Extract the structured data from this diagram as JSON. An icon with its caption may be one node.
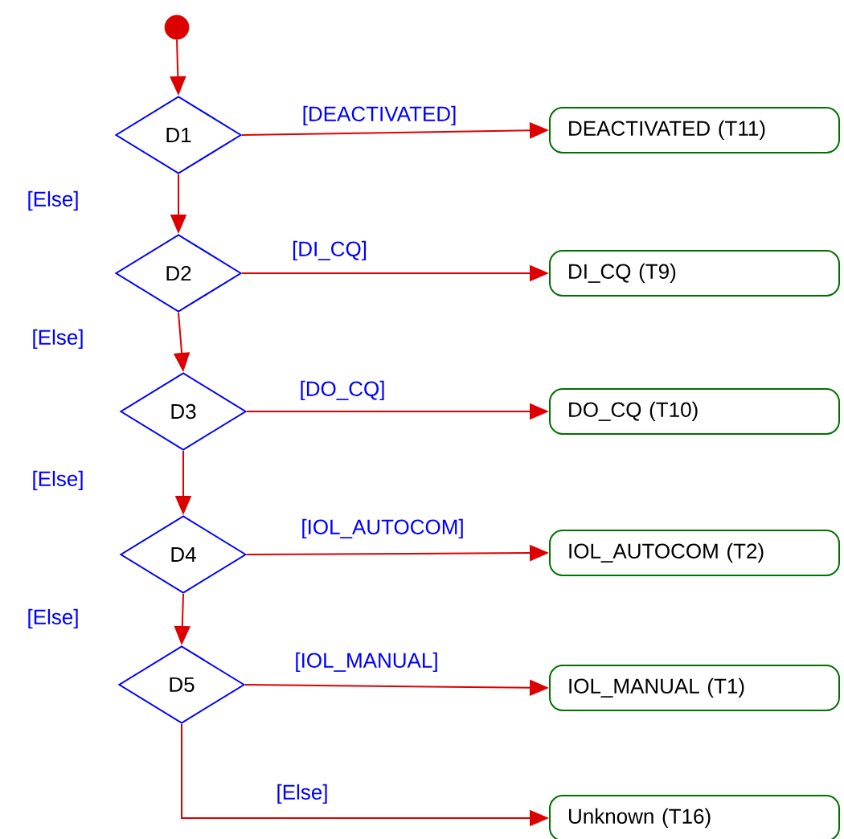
{
  "diagram": {
    "nodes": [
      {
        "text": [],
        "shape": "circle"
      },
      {
        "text": [
          "D1"
        ]
      },
      {
        "text": [
          "DEACTIVATED (T11)"
        ]
      },
      {
        "text": [
          "D2"
        ]
      },
      {
        "text": [
          "DI_CQ (T9)"
        ]
      },
      {
        "text": [
          "D3"
        ]
      },
      {
        "text": [
          "DO_CQ (T10)"
        ]
      },
      {
        "text": [
          "D4"
        ]
      },
      {
        "text": [
          "IOL_AUTOCOM (T2)"
        ]
      },
      {
        "text": [
          "D5"
        ]
      },
      {
        "text": [
          "IOL_MANUAL (T1)"
        ]
      },
      {
        "text": [
          "Unknown (T16)"
        ]
      }
    ],
    "edges": [
      {
        "from": 0,
        "to": 1,
        "arrow": "to"
      },
      {
        "from": 1,
        "to": 2,
        "arrow": "to",
        "label": "[DEACTIVATED]"
      },
      {
        "from": 1,
        "to": 3,
        "arrow": "to",
        "label": "[Else]"
      },
      {
        "from": 3,
        "to": 4,
        "arrow": "to",
        "label": "[DI_CQ]"
      },
      {
        "from": 3,
        "to": 5,
        "arrow": "to",
        "label": "[Else]"
      },
      {
        "from": 5,
        "to": 6,
        "arrow": "to",
        "label": "[DO_CQ]"
      },
      {
        "from": 5,
        "to": 7,
        "arrow": "to",
        "label": "[Else]"
      },
      {
        "from": 7,
        "to": 8,
        "arrow": "to",
        "label": "[IOL_AUTOCOM]"
      },
      {
        "from": 7,
        "to": 9,
        "arrow": "to",
        "label": "[Else]"
      },
      {
        "from": 9,
        "to": 10,
        "arrow": "to",
        "label": "[IOL_MANUAL]"
      },
      {
        "from": 9,
        "to": 11,
        "arrow": "to",
        "label": "[Else]"
      }
    ]
  }
}
